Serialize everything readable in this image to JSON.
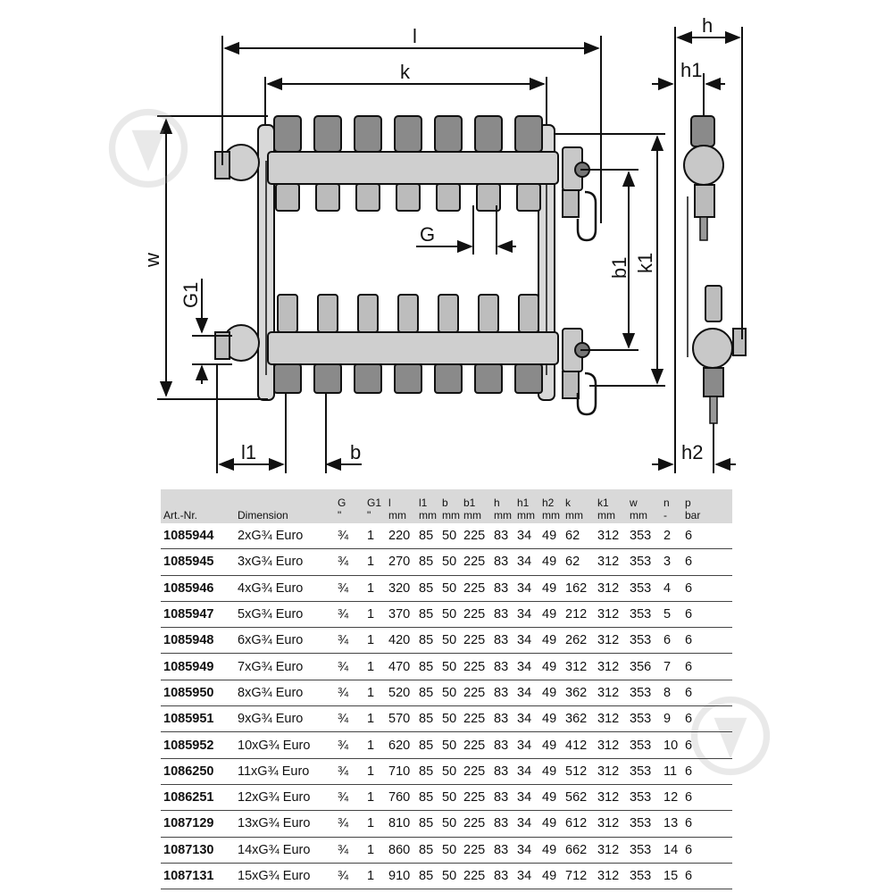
{
  "drawing": {
    "labels": {
      "l": "l",
      "k": "k",
      "w": "w",
      "G": "G",
      "G1": "G1",
      "b1": "b1",
      "k1": "k1",
      "l1": "l1",
      "b": "b",
      "h": "h",
      "h1": "h1",
      "h2": "h2"
    },
    "colors": {
      "line": "#111111",
      "metal": "#9a9a9a",
      "metal_light": "#d8d8d8",
      "watermark": "#9e9e9e"
    }
  },
  "table": {
    "headers": [
      {
        "top": "",
        "bottom": "Art.-Nr."
      },
      {
        "top": "",
        "bottom": "Dimension"
      },
      {
        "top": "G",
        "bottom": "\""
      },
      {
        "top": "G1",
        "bottom": "\""
      },
      {
        "top": "l",
        "bottom": "mm"
      },
      {
        "top": "l1",
        "bottom": "mm"
      },
      {
        "top": "b",
        "bottom": "mm"
      },
      {
        "top": "b1",
        "bottom": "mm"
      },
      {
        "top": "h",
        "bottom": "mm"
      },
      {
        "top": "h1",
        "bottom": "mm"
      },
      {
        "top": "h2",
        "bottom": "mm"
      },
      {
        "top": "k",
        "bottom": "mm"
      },
      {
        "top": "k1",
        "bottom": "mm"
      },
      {
        "top": "w",
        "bottom": "mm"
      },
      {
        "top": "n",
        "bottom": "-"
      },
      {
        "top": "p",
        "bottom": "bar"
      }
    ],
    "rows": [
      [
        "1085944",
        "2xG¾ Euro",
        "¾",
        "1",
        "220",
        "85",
        "50",
        "225",
        "83",
        "34",
        "49",
        "62",
        "312",
        "353",
        "2",
        "6"
      ],
      [
        "1085945",
        "3xG¾ Euro",
        "¾",
        "1",
        "270",
        "85",
        "50",
        "225",
        "83",
        "34",
        "49",
        "62",
        "312",
        "353",
        "3",
        "6"
      ],
      [
        "1085946",
        "4xG¾ Euro",
        "¾",
        "1",
        "320",
        "85",
        "50",
        "225",
        "83",
        "34",
        "49",
        "162",
        "312",
        "353",
        "4",
        "6"
      ],
      [
        "1085947",
        "5xG¾ Euro",
        "¾",
        "1",
        "370",
        "85",
        "50",
        "225",
        "83",
        "34",
        "49",
        "212",
        "312",
        "353",
        "5",
        "6"
      ],
      [
        "1085948",
        "6xG¾ Euro",
        "¾",
        "1",
        "420",
        "85",
        "50",
        "225",
        "83",
        "34",
        "49",
        "262",
        "312",
        "353",
        "6",
        "6"
      ],
      [
        "1085949",
        "7xG¾ Euro",
        "¾",
        "1",
        "470",
        "85",
        "50",
        "225",
        "83",
        "34",
        "49",
        "312",
        "312",
        "356",
        "7",
        "6"
      ],
      [
        "1085950",
        "8xG¾ Euro",
        "¾",
        "1",
        "520",
        "85",
        "50",
        "225",
        "83",
        "34",
        "49",
        "362",
        "312",
        "353",
        "8",
        "6"
      ],
      [
        "1085951",
        "9xG¾ Euro",
        "¾",
        "1",
        "570",
        "85",
        "50",
        "225",
        "83",
        "34",
        "49",
        "362",
        "312",
        "353",
        "9",
        "6"
      ],
      [
        "1085952",
        "10xG¾ Euro",
        "¾",
        "1",
        "620",
        "85",
        "50",
        "225",
        "83",
        "34",
        "49",
        "412",
        "312",
        "353",
        "10",
        "6"
      ],
      [
        "1086250",
        "11xG¾ Euro",
        "¾",
        "1",
        "710",
        "85",
        "50",
        "225",
        "83",
        "34",
        "49",
        "512",
        "312",
        "353",
        "11",
        "6"
      ],
      [
        "1086251",
        "12xG¾ Euro",
        "¾",
        "1",
        "760",
        "85",
        "50",
        "225",
        "83",
        "34",
        "49",
        "562",
        "312",
        "353",
        "12",
        "6"
      ],
      [
        "1087129",
        "13xG¾ Euro",
        "¾",
        "1",
        "810",
        "85",
        "50",
        "225",
        "83",
        "34",
        "49",
        "612",
        "312",
        "353",
        "13",
        "6"
      ],
      [
        "1087130",
        "14xG¾ Euro",
        "¾",
        "1",
        "860",
        "85",
        "50",
        "225",
        "83",
        "34",
        "49",
        "662",
        "312",
        "353",
        "14",
        "6"
      ],
      [
        "1087131",
        "15xG¾ Euro",
        "¾",
        "1",
        "910",
        "85",
        "50",
        "225",
        "83",
        "34",
        "49",
        "712",
        "312",
        "353",
        "15",
        "6"
      ]
    ]
  }
}
